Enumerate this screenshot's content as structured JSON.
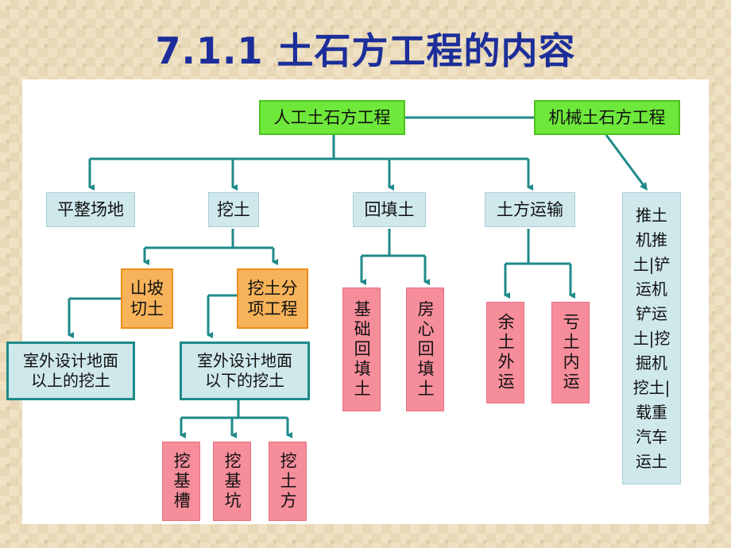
{
  "title": "7.1.1  土石方工程的内容",
  "diagram": {
    "root_manual": "人工土石方工程",
    "root_machine": "机械土石方工程",
    "level": "平整场地",
    "excavate": "挖土",
    "backfill": "回填土",
    "transport": "土方运输",
    "slope_cut": "山坡切土",
    "sub_excavate": "挖土分项工程",
    "above_ground": "室外设计地面以上的挖土",
    "below_ground": "室外设计地面以下的挖土",
    "trench": "挖基槽",
    "pit": "挖基坑",
    "earthwork": "挖土方",
    "foundation_fill": "基础回填土",
    "room_fill": "房心回填土",
    "surplus_out": "余土外运",
    "deficit_in": "亏土内运",
    "machine_list": "推土机推土|铲运机铲运土|挖掘机挖土|载重汽车运土"
  },
  "colors": {
    "line": "#1f8a8a",
    "green": "#6ee83a",
    "teal": "#cfe8ec",
    "orange": "#f7b35a",
    "pink": "#f58d9b",
    "title": "#1c2e9a"
  }
}
